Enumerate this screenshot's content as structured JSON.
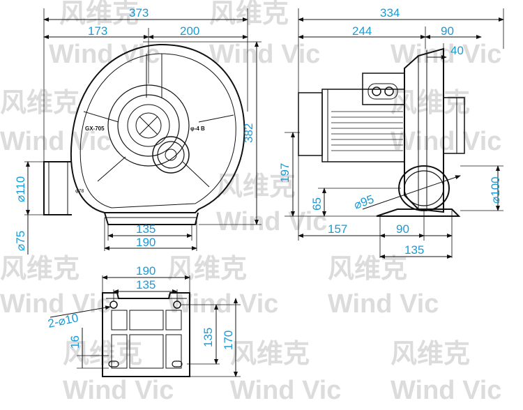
{
  "watermark": {
    "chinese": "风维克",
    "latin": "Wind Vic"
  },
  "views": {
    "front": {
      "model_label": "GX-705",
      "inner_label": "φ78",
      "side_label": "φ-4 B",
      "dims": {
        "overall_width": "373",
        "left_width": "173",
        "right_width": "200",
        "height": "382",
        "outlet_outer": "⌀110",
        "outlet_inner": "⌀75",
        "base_inner": "135",
        "base_outer": "190"
      }
    },
    "side": {
      "dims": {
        "overall_length": "334",
        "length_244": "244",
        "length_90_top": "90",
        "length_40": "40",
        "height_197": "197",
        "height_65": "65",
        "inlet_95": "⌀95",
        "inlet_100": "⌀100",
        "length_157": "157",
        "length_90_bottom": "90",
        "length_135": "135"
      }
    },
    "base": {
      "dims": {
        "width_190": "190",
        "width_135": "135",
        "holes": "2-⌀10",
        "offset_16": "16",
        "depth_135": "135",
        "depth_170": "170"
      }
    }
  }
}
